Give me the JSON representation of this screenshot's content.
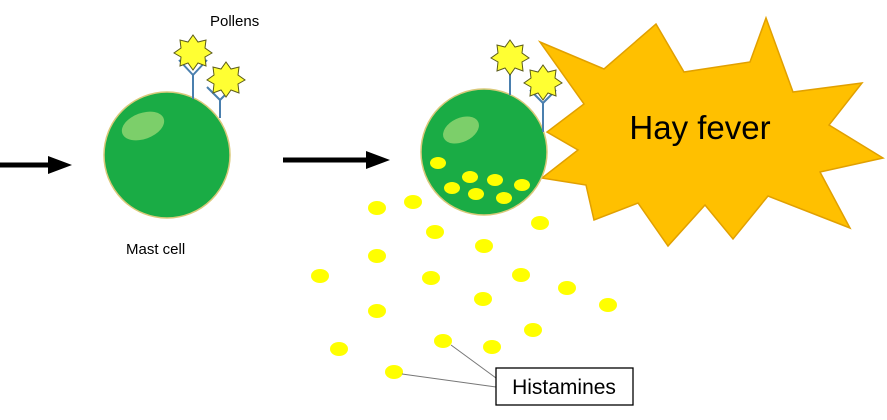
{
  "labels": {
    "pollens": "Pollens",
    "mast_cell": "Mast cell",
    "hay_fever": "Hay fever",
    "histamines": "Histamines"
  },
  "colors": {
    "cell_fill": "#1aac45",
    "cell_stroke": "#d9c97a",
    "highlight": "#7ccf6a",
    "pollen_fill": "#ffff33",
    "pollen_stroke": "#5b5b1a",
    "antibody": "#4a7fae",
    "histamine": "#ffff00",
    "burst_fill": "#ffc000",
    "burst_stroke": "#e1a000",
    "arrow": "#000000"
  }
}
